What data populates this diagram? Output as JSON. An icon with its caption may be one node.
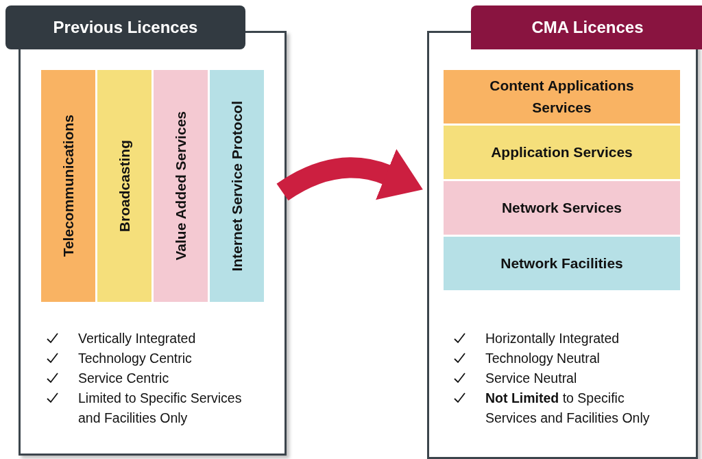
{
  "diagram": {
    "nodes": [
      {
        "text": [
          "Previous Licences",
          "Vertically Integrated",
          "Technology Centric",
          "Service Centric",
          "Limited to Specific Services and Facilities Only"
        ]
      },
      {
        "text": [
          "Telecommunications"
        ],
        "in": 0
      },
      {
        "text": [
          "Broadcasting"
        ],
        "in": 0
      },
      {
        "text": [
          "Value Added Services"
        ],
        "in": 0
      },
      {
        "text": [
          "Internet Service Protocol"
        ],
        "in": 0
      },
      {
        "text": [
          "CMA Licences",
          "Horizontally Integrated",
          "Technology Neutral",
          "Service Neutral",
          "**Not Limited** to Specific Services and Facilities Only"
        ]
      },
      {
        "text": [
          "Content Applications Services"
        ],
        "in": 5
      },
      {
        "text": [
          "Application Services"
        ],
        "in": 5
      },
      {
        "text": [
          "Network Services"
        ],
        "in": 5
      },
      {
        "text": [
          "Network Facilities"
        ],
        "in": 5
      }
    ],
    "edges": [
      {
        "from": 0,
        "to": 5,
        "arrow": "to"
      }
    ]
  }
}
